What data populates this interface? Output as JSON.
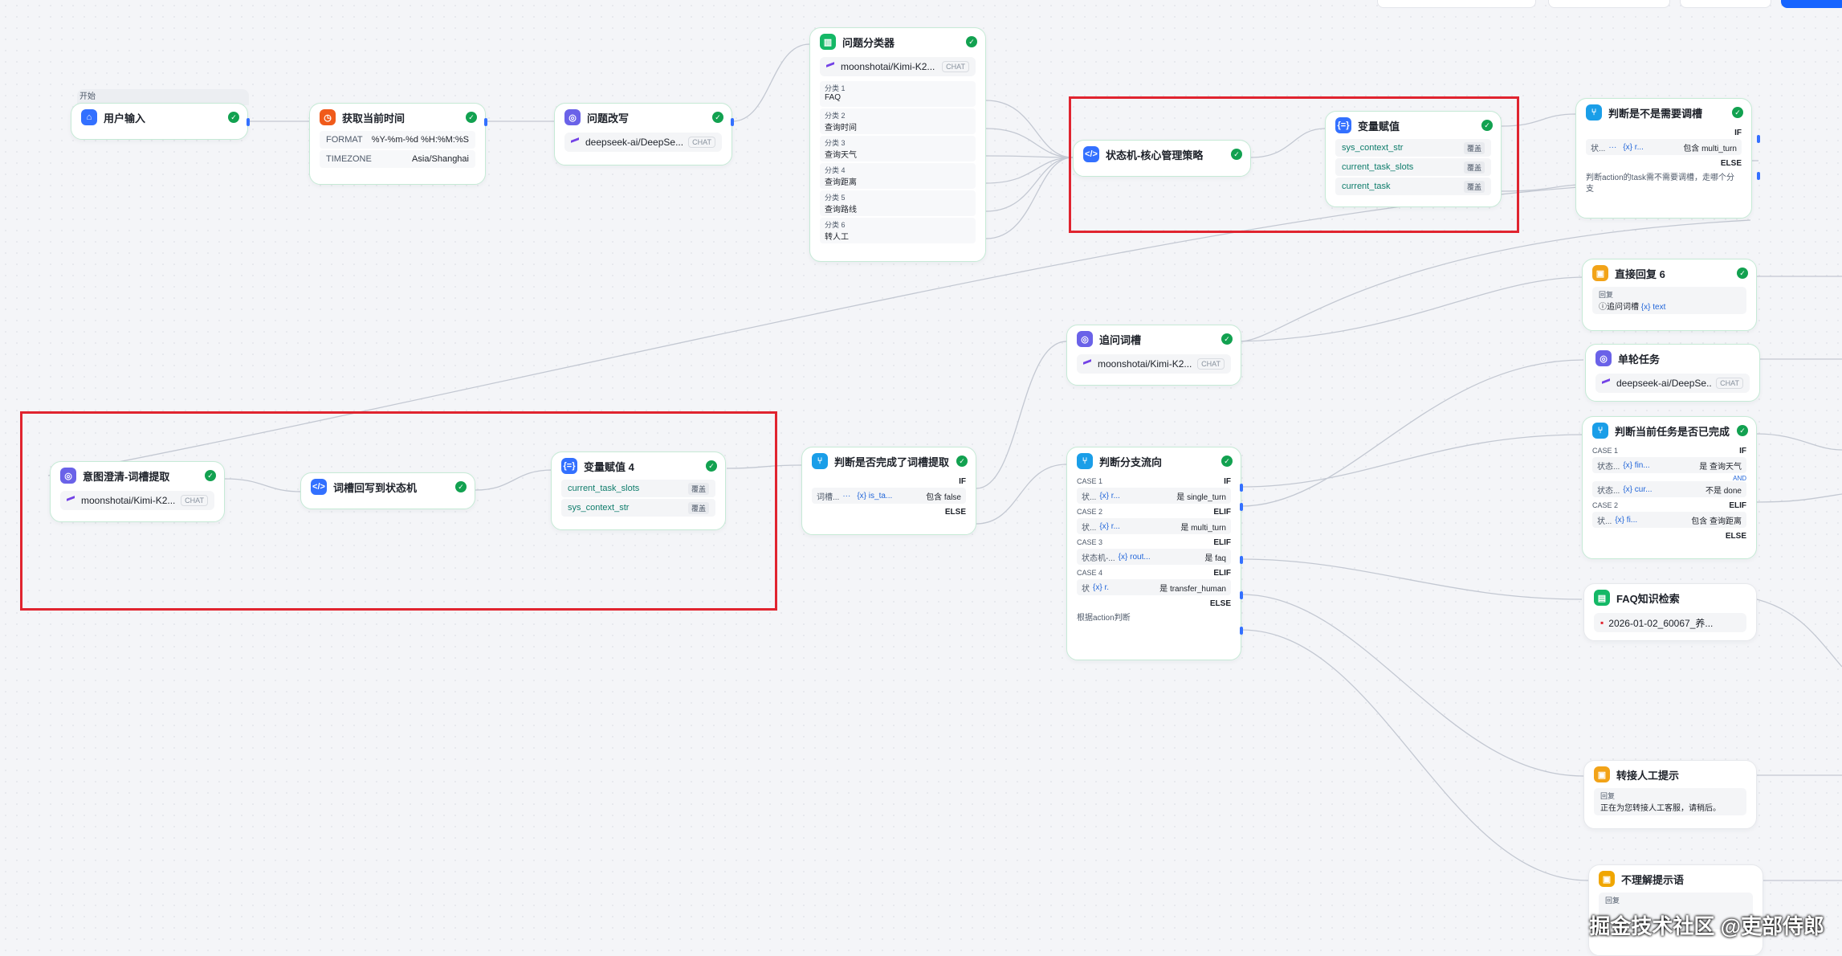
{
  "start_label": "开始",
  "nodes": {
    "user_input": {
      "title": "用户输入"
    },
    "get_time": {
      "title": "获取当前时间",
      "rows": [
        {
          "k": "FORMAT",
          "v": "%Y-%m-%d %H:%M:%S"
        },
        {
          "k": "TIMEZONE",
          "v": "Asia/Shanghai"
        }
      ]
    },
    "rewrite": {
      "title": "问题改写",
      "model": "deepseek-ai/DeepSe...",
      "badge": "CHAT"
    },
    "classifier": {
      "title": "问题分类器",
      "model": "moonshotai/Kimi-K2...",
      "badge": "CHAT",
      "classes": [
        {
          "n": "分类 1",
          "t": "FAQ"
        },
        {
          "n": "分类 2",
          "t": "查询时间"
        },
        {
          "n": "分类 3",
          "t": "查询天气"
        },
        {
          "n": "分类 4",
          "t": "查询距离"
        },
        {
          "n": "分类 5",
          "t": "查询路线"
        },
        {
          "n": "分类 6",
          "t": "转人工"
        }
      ]
    },
    "state_machine": {
      "title": "状态机-核心管理策略"
    },
    "var_assign": {
      "title": "变量赋值",
      "vars": [
        {
          "v": "sys_context_str",
          "tag": "覆盖"
        },
        {
          "v": "current_task_slots",
          "tag": "覆盖"
        },
        {
          "v": "current_task",
          "tag": "覆盖"
        }
      ]
    },
    "need_slot": {
      "title": "判断是不是需要调槽",
      "if": "IF",
      "else": "ELSE",
      "cond": {
        "a": "状...",
        "dots": "···",
        "x": "{x} r...",
        "op": "包含 multi_turn"
      },
      "note": "判断action的task需不需要调槽，走哪个分支"
    },
    "direct_reply": {
      "title": "直接回复 6",
      "rl": "回复",
      "pre": "ⓘ追问词槽",
      "x": "{x} text"
    },
    "ask_slot": {
      "title": "追问词槽",
      "model": "moonshotai/Kimi-K2...",
      "badge": "CHAT"
    },
    "single_task": {
      "title": "单轮任务",
      "model": "deepseek-ai/DeepSe...",
      "badge": "CHAT"
    },
    "intent": {
      "title": "意图澄清-词槽提取",
      "model": "moonshotai/Kimi-K2...",
      "badge": "CHAT"
    },
    "slot_write": {
      "title": "词槽回写到状态机"
    },
    "var_assign4": {
      "title": "变量赋值 4",
      "vars": [
        {
          "v": "current_task_slots",
          "tag": "覆盖"
        },
        {
          "v": "sys_context_str",
          "tag": "覆盖"
        }
      ]
    },
    "slot_done": {
      "title": "判断是否完成了词槽提取",
      "if": "IF",
      "else": "ELSE",
      "cond": {
        "a": "词槽...",
        "dots": "···",
        "x": "{x} is_ta...",
        "op": "包含 false"
      }
    },
    "branch": {
      "title": "判断分支流向",
      "note": "根据action判断",
      "else": "ELSE",
      "cases": [
        {
          "case": "CASE 1",
          "kw": "IF",
          "a": "状...",
          "x": "{x} r...",
          "op": "是 single_turn"
        },
        {
          "case": "CASE 2",
          "kw": "ELIF",
          "a": "状...",
          "x": "{x} r...",
          "op": "是 multi_turn"
        },
        {
          "case": "CASE 3",
          "kw": "ELIF",
          "a": "状态机-...",
          "x": "{x} rout...",
          "op": "是 faq"
        },
        {
          "case": "CASE 4",
          "kw": "ELIF",
          "a": "状",
          "x": "{x} r.",
          "op": "是 transfer_human"
        }
      ]
    },
    "task_done": {
      "title": "判断当前任务是否已完成",
      "else": "ELSE",
      "case1": "CASE 1",
      "if": "IF",
      "case2": "CASE 2",
      "elif": "ELIF",
      "and": "AND",
      "c1": {
        "a": "状态...",
        "x": "{x} fin...",
        "op": "是 查询天气"
      },
      "c2": {
        "a": "状态...",
        "x": "{x} cur...",
        "op": "不是 done"
      },
      "c3": {
        "a": "状...",
        "x": "{x} fi...",
        "op": "包含 查询距离"
      }
    },
    "faq": {
      "title": "FAQ知识检索",
      "doc": "2026-01-02_60067_养..."
    },
    "transfer": {
      "title": "转接人工提示",
      "rl": "回复",
      "text": "正在为您转接人工客服，请稍后。"
    },
    "not_understand": {
      "title": "不理解提示语",
      "rl": "回复"
    }
  },
  "watermark": "掘金技术社区 @吏部侍郎",
  "colors": {
    "highlight_box": "#e0242f",
    "node_border": "#c6ead6",
    "success": "#12a150",
    "edge": "#c3c8d2"
  }
}
